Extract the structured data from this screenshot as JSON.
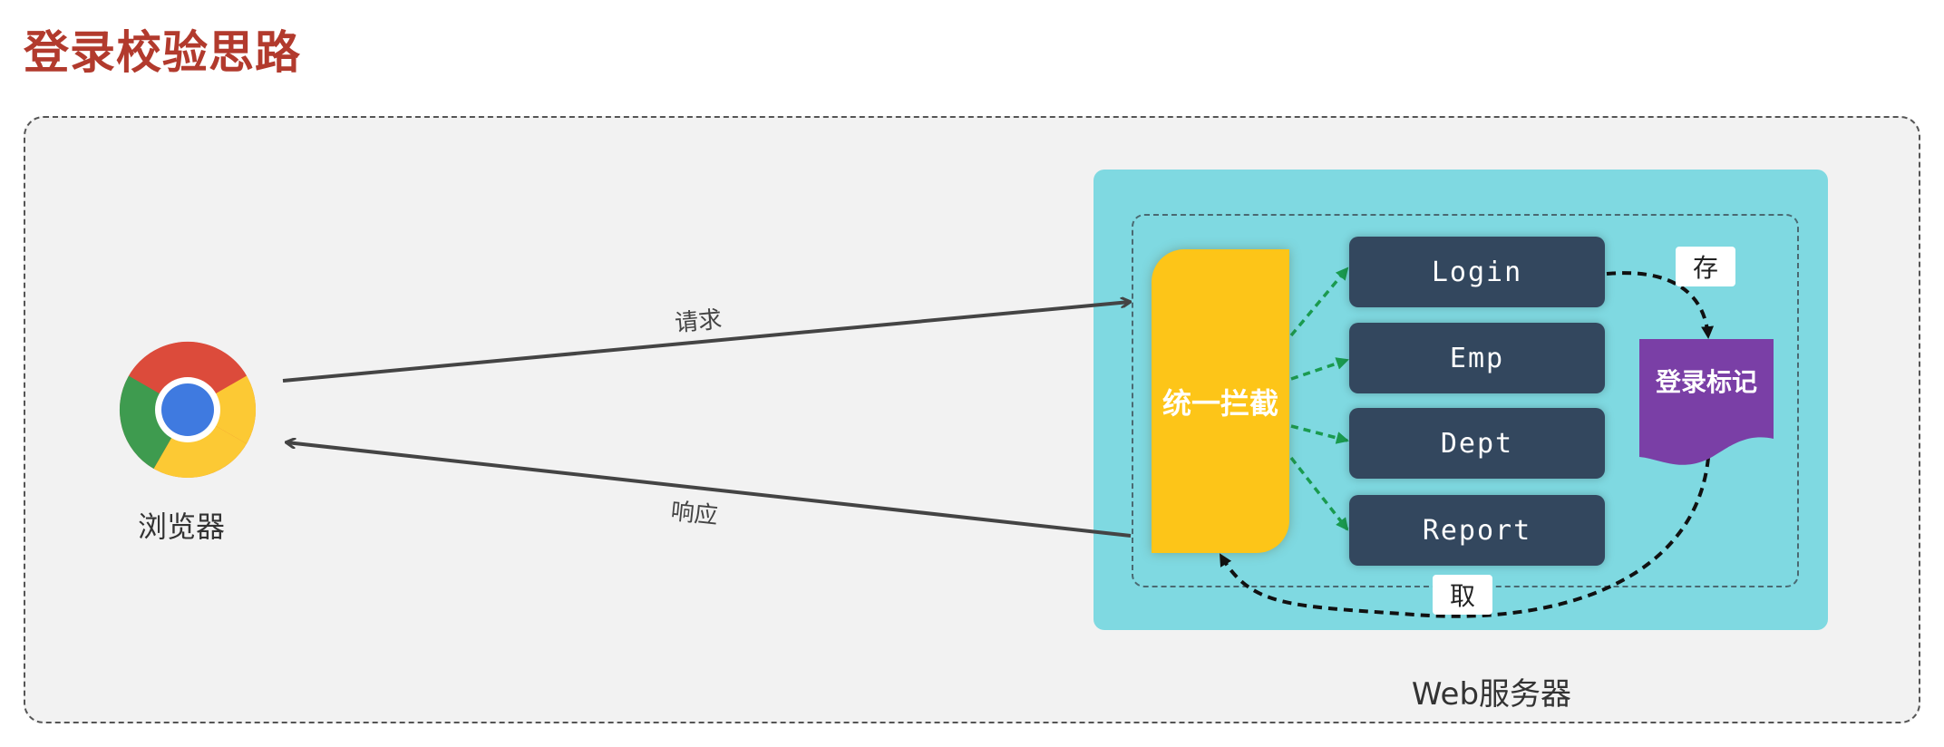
{
  "title": "登录校验思路",
  "browser": {
    "label": "浏览器",
    "icon": "chrome-browser-icon"
  },
  "arrows": {
    "request_label": "请求",
    "response_label": "响应"
  },
  "server": {
    "label": "Web服务器",
    "interceptor_label": "统一拦截",
    "services": [
      "Login",
      "Emp",
      "Dept",
      "Report"
    ],
    "flag_label": "登录标记",
    "store_label": "存",
    "fetch_label": "取"
  },
  "colors": {
    "title": "#b23a2d",
    "server_bg": "#7fd9e1",
    "interceptor": "#fdc518",
    "service_box": "#33475e",
    "flag": "#7a3fa6",
    "green_arrow": "#1a9a4f"
  }
}
